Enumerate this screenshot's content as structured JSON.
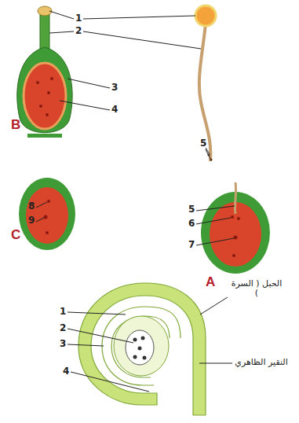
{
  "diagram": {
    "labels": [
      "1",
      "2",
      "3",
      "4",
      "5",
      "B",
      "8",
      "9",
      "C",
      "5",
      "6",
      "7",
      "A",
      "1",
      "2",
      "3",
      "4",
      "الحبل ( السرة )",
      "النقير الظاهري"
    ]
  }
}
